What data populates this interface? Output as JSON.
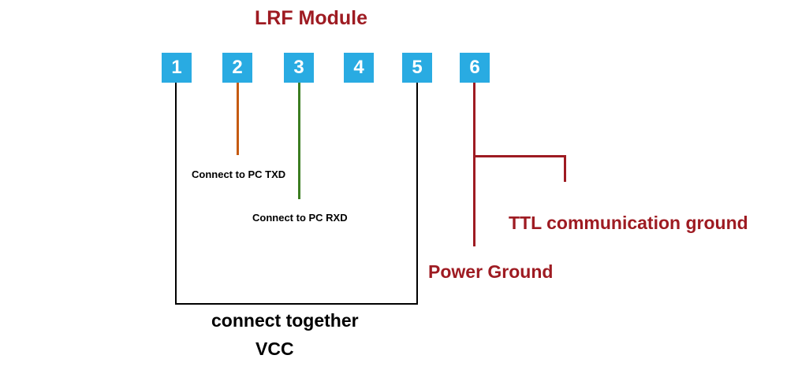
{
  "title": "LRF Module",
  "pins": [
    {
      "label": "1"
    },
    {
      "label": "2"
    },
    {
      "label": "3"
    },
    {
      "label": "4"
    },
    {
      "label": "5"
    },
    {
      "label": "6"
    }
  ],
  "labels": {
    "pc_txd": "Connect to PC TXD",
    "pc_rxd": "Connect to PC RXD",
    "ttl_ground": "TTL communication ground",
    "power_ground": "Power Ground",
    "connect_together": "connect together",
    "vcc": "VCC"
  },
  "colors": {
    "pin_blue": "#29abe2",
    "dark_red": "#9e1b22",
    "orange": "#c55a11",
    "green": "#3c7d22",
    "wire_black": "#000000"
  }
}
